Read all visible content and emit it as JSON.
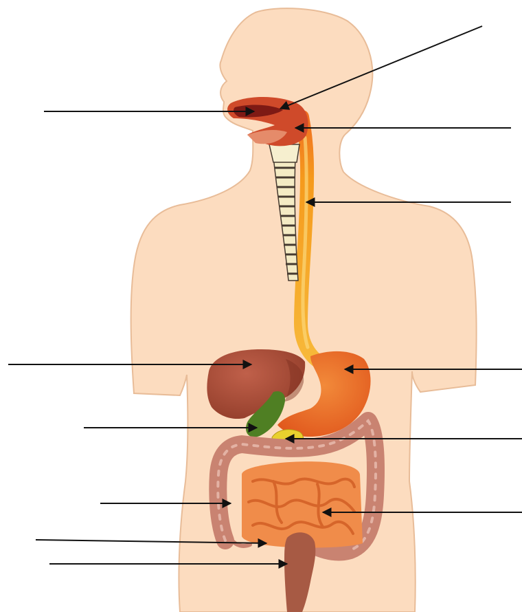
{
  "title": "",
  "colors": {
    "skin": "#fcdcbf",
    "skin_outline": "#e8bc98",
    "mouth": "#c03624",
    "mouth_inner": "#7e1a14",
    "esophagus": "#f6a51e",
    "esophagus_top": "#ef6f22",
    "trachea": "#f4ebc4",
    "trachea_ring": "#463a30",
    "liver": "#a84a33",
    "stomach": "#ec6a22",
    "gallbladder": "#4f7f23",
    "pancreas": "#e9d02e",
    "small_intestine": "#f08c4a",
    "large_intestine": "#c98371",
    "rectum": "#a75a44",
    "pointer": "#111111"
  },
  "pointer_lines": [
    {
      "id": "mouth",
      "side": "left"
    },
    {
      "id": "tongue",
      "side": "right"
    },
    {
      "id": "pharynx",
      "side": "right"
    },
    {
      "id": "esophagus",
      "side": "right"
    },
    {
      "id": "liver",
      "side": "left"
    },
    {
      "id": "stomach",
      "side": "right"
    },
    {
      "id": "gallbladder",
      "side": "left"
    },
    {
      "id": "pancreas",
      "side": "right"
    },
    {
      "id": "large-intestine",
      "side": "left"
    },
    {
      "id": "small-intestine",
      "side": "right"
    },
    {
      "id": "appendix",
      "side": "left"
    },
    {
      "id": "rectum",
      "side": "left"
    }
  ]
}
